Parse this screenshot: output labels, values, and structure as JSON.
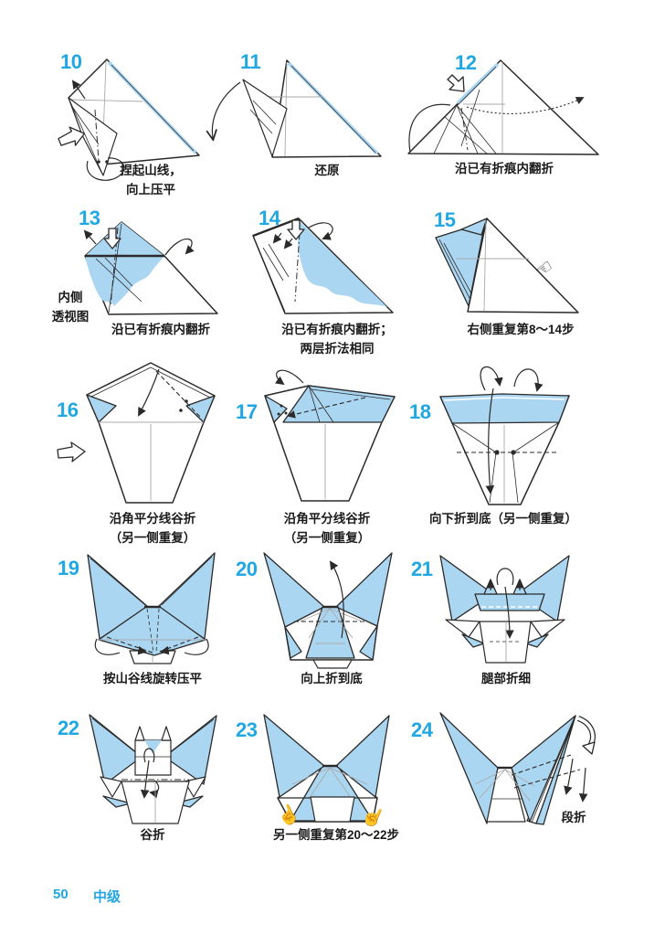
{
  "page": {
    "number": "50",
    "level_label": "中级"
  },
  "colors": {
    "accent": "#21a7e2",
    "paper_blue": "#abd6f2",
    "outline": "#2b2a29"
  },
  "steps": [
    {
      "num": "10",
      "lines": [
        "捏起山线，",
        "向上压平"
      ]
    },
    {
      "num": "11",
      "lines": [
        "还原"
      ]
    },
    {
      "num": "12",
      "lines": [
        "沿已有折痕内翻折"
      ]
    },
    {
      "num": "13",
      "lines": [
        "沿已有折痕内翻折"
      ],
      "side_label_1": "内侧",
      "side_label_2": "透视图"
    },
    {
      "num": "14",
      "lines": [
        "沿已有折痕内翻折；",
        "两层折法相同"
      ]
    },
    {
      "num": "15",
      "lines": [
        "右侧重复第8～14步"
      ]
    },
    {
      "num": "16",
      "lines": [
        "沿角平分线谷折",
        "（另一侧重复）"
      ]
    },
    {
      "num": "17",
      "lines": [
        "沿角平分线谷折",
        "（另一侧重复）"
      ]
    },
    {
      "num": "18",
      "lines": [
        "向下折到底（另一侧重复）"
      ]
    },
    {
      "num": "19",
      "lines": [
        "按山谷线旋转压平"
      ]
    },
    {
      "num": "20",
      "lines": [
        "向上折到底"
      ]
    },
    {
      "num": "21",
      "lines": [
        "腿部折细"
      ]
    },
    {
      "num": "22",
      "lines": [
        "谷折"
      ]
    },
    {
      "num": "23",
      "lines": [
        "另一侧重复第20～22步"
      ]
    },
    {
      "num": "24",
      "side_caption": "段折"
    }
  ]
}
